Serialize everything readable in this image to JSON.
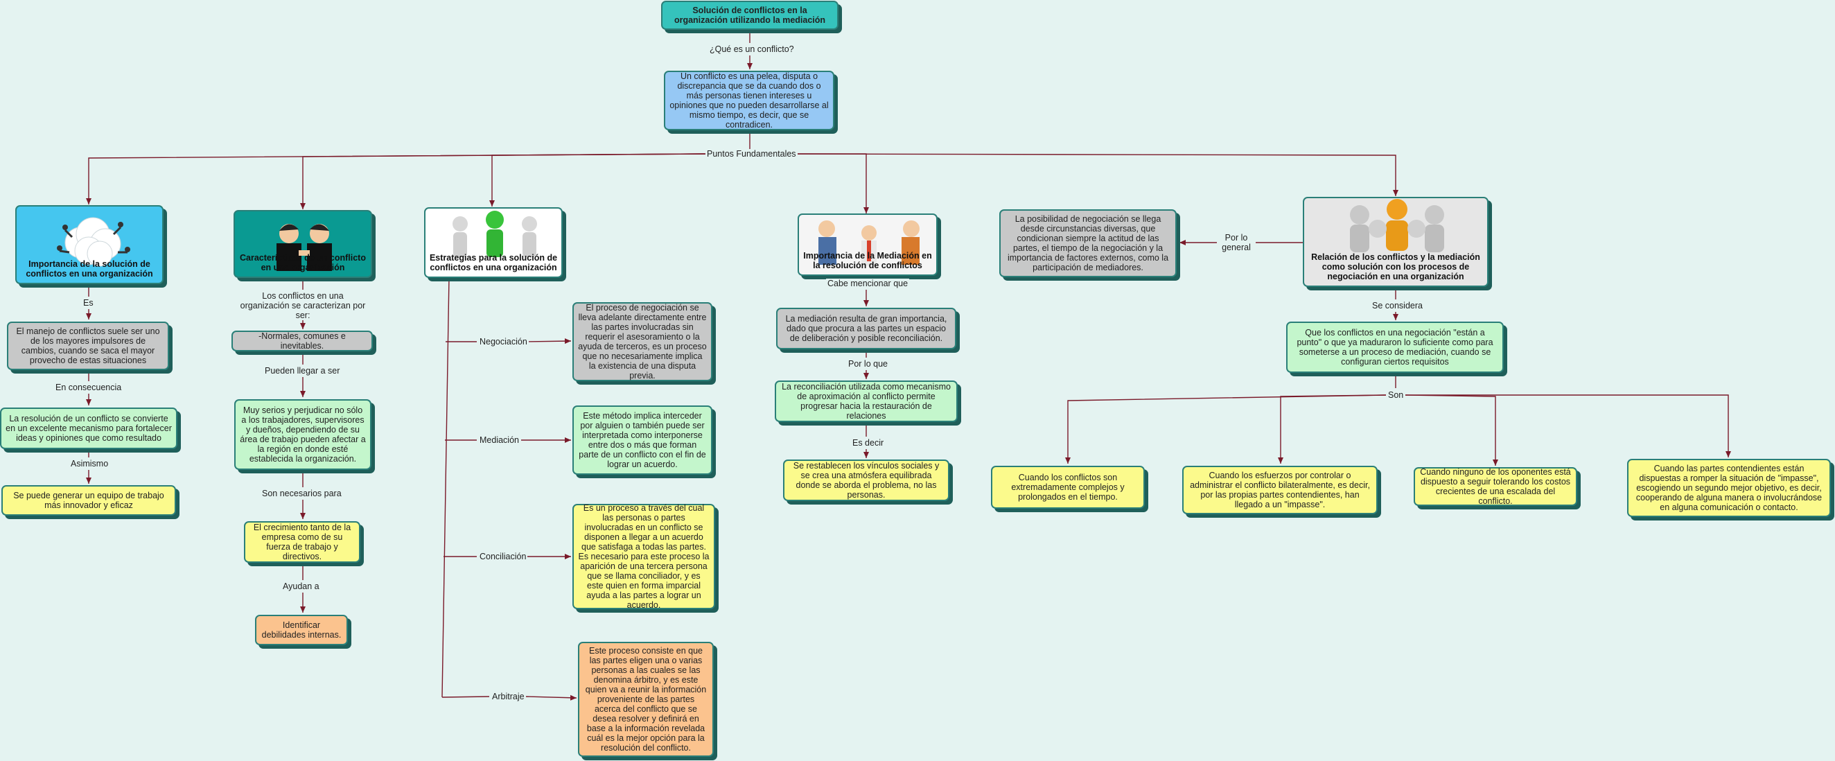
{
  "root": "Solución de conflictos en la organización utilizando la mediación",
  "q1": "¿Qué es un conflicto?",
  "definition": "Un conflicto es una pelea, disputa o discrepancia que se da cuando dos o más personas tienen intereses u opiniones que no pueden desarrollarse al mismo tiempo, es decir, que se contradicen.",
  "puntos": "Puntos Fundamentales",
  "b1": {
    "title": "Importancia de la solución de conflictos en una organización",
    "l1": "Es",
    "n1": "El manejo de conflictos suele ser uno de los mayores impulsores de cambios, cuando se saca el mayor provecho de estas situaciones",
    "l2": "En consecuencia",
    "n2": "La resolución de un conflicto se convierte en un excelente mecanismo para fortalecer ideas y opiniones que como resultado",
    "l3": "Asimismo",
    "n3": "Se puede generar un equipo de trabajo más innovador y eficaz"
  },
  "b2": {
    "title": "Características de un conflicto en una organización",
    "l1": "Los conflictos en una organización se caracterizan por ser:",
    "n1": "-Normales, comunes e inevitables.",
    "l2": "Pueden llegar a ser",
    "n2": "Muy serios y perjudicar no sólo a los trabajadores, supervisores y dueños, dependiendo de su área de trabajo pueden afectar a la región en donde esté establecida la organización.",
    "l3": "Son necesarios para",
    "n3": "El crecimiento tanto de la empresa como de su fuerza de trabajo y directivos.",
    "l4": "Ayudan a",
    "n4": "Identificar debilidades internas."
  },
  "b3": {
    "title": "Estrategias para la solución de conflictos en una organización",
    "l1": "Negociación",
    "n1": "El proceso de negociación se lleva adelante directamente entre las partes involucradas sin requerir el asesoramiento o la ayuda de terceros, es un proceso que no necesariamente implica la existencia de una disputa previa.",
    "l2": "Mediación",
    "n2": "Este método implica interceder por alguien o también puede ser interpretada como interponerse entre dos o más que forman parte de un conflicto con el fin de lograr un acuerdo.",
    "l3": "Conciliación",
    "n3": "Es un proceso a través del cual las personas o partes involucradas en un conflicto se disponen a llegar a un acuerdo que satisfaga a todas las partes. Es necesario para este proceso la aparición de una tercera persona que se llama conciliador, y es este quien en forma imparcial ayuda a las partes a lograr un acuerdo.",
    "l4": "Arbitraje",
    "n4": "Este proceso consiste en que las partes eligen una o varias personas a las cuales se las denomina árbitro, y es este quien va a reunir la información proveniente de las partes acerca del conflicto que se desea resolver y definirá en base a la información revelada cuál es la mejor opción para la resolución del conflicto."
  },
  "b4": {
    "title": "Importancia de la Mediación en la resolución de conflictos",
    "l1": "Cabe mencionar que",
    "n1": "La mediación resulta de gran importancia, dado que procura a las partes un espacio de deliberación y posible reconciliación.",
    "l2": "Por lo que",
    "n2": "La reconciliación utilizada como mecanismo de aproximación al conflicto permite progresar hacia la restauración de relaciones",
    "l3": "Es decir",
    "n3": "Se restablecen los vínculos sociales y se crea una atmósfera equilibrada donde se aborda el problema, no las personas."
  },
  "b5": {
    "title": "Relación de los conflictos y la mediación como solución con los procesos de negociación en una organización",
    "lside": "Por lo general",
    "side": "La posibilidad de negociación se llega desde circunstancias diversas, que condicionan siempre la actitud de las partes, el tiempo de la negociación y la importancia de factores externos, como la participación de mediadores.",
    "l1": "Se considera",
    "n1": "Que los conflictos en una negociación \"están a punto\" o que ya maduraron lo suficiente como para someterse a un proceso de mediación, cuando se configuran ciertos requisitos",
    "l2": "Son",
    "c1": "Cuando los conflictos son extremadamente complejos y prolongados en el tiempo.",
    "c2": "Cuando los esfuerzos por controlar o administrar el conflicto bilateralmente, es decir, por las propias partes contendientes, han llegado a un \"impasse\".",
    "c3": "Cuando ninguno de los oponentes está dispuesto a seguir tolerando los costos crecientes de una escalada del conflicto.",
    "c4": "Cuando las partes contendientes están dispuestas a romper la situación de \"impasse\", escogiendo un segundo mejor objetivo, es decir, cooperando de alguna manera o involucrándose en alguna comunicación o contacto."
  }
}
